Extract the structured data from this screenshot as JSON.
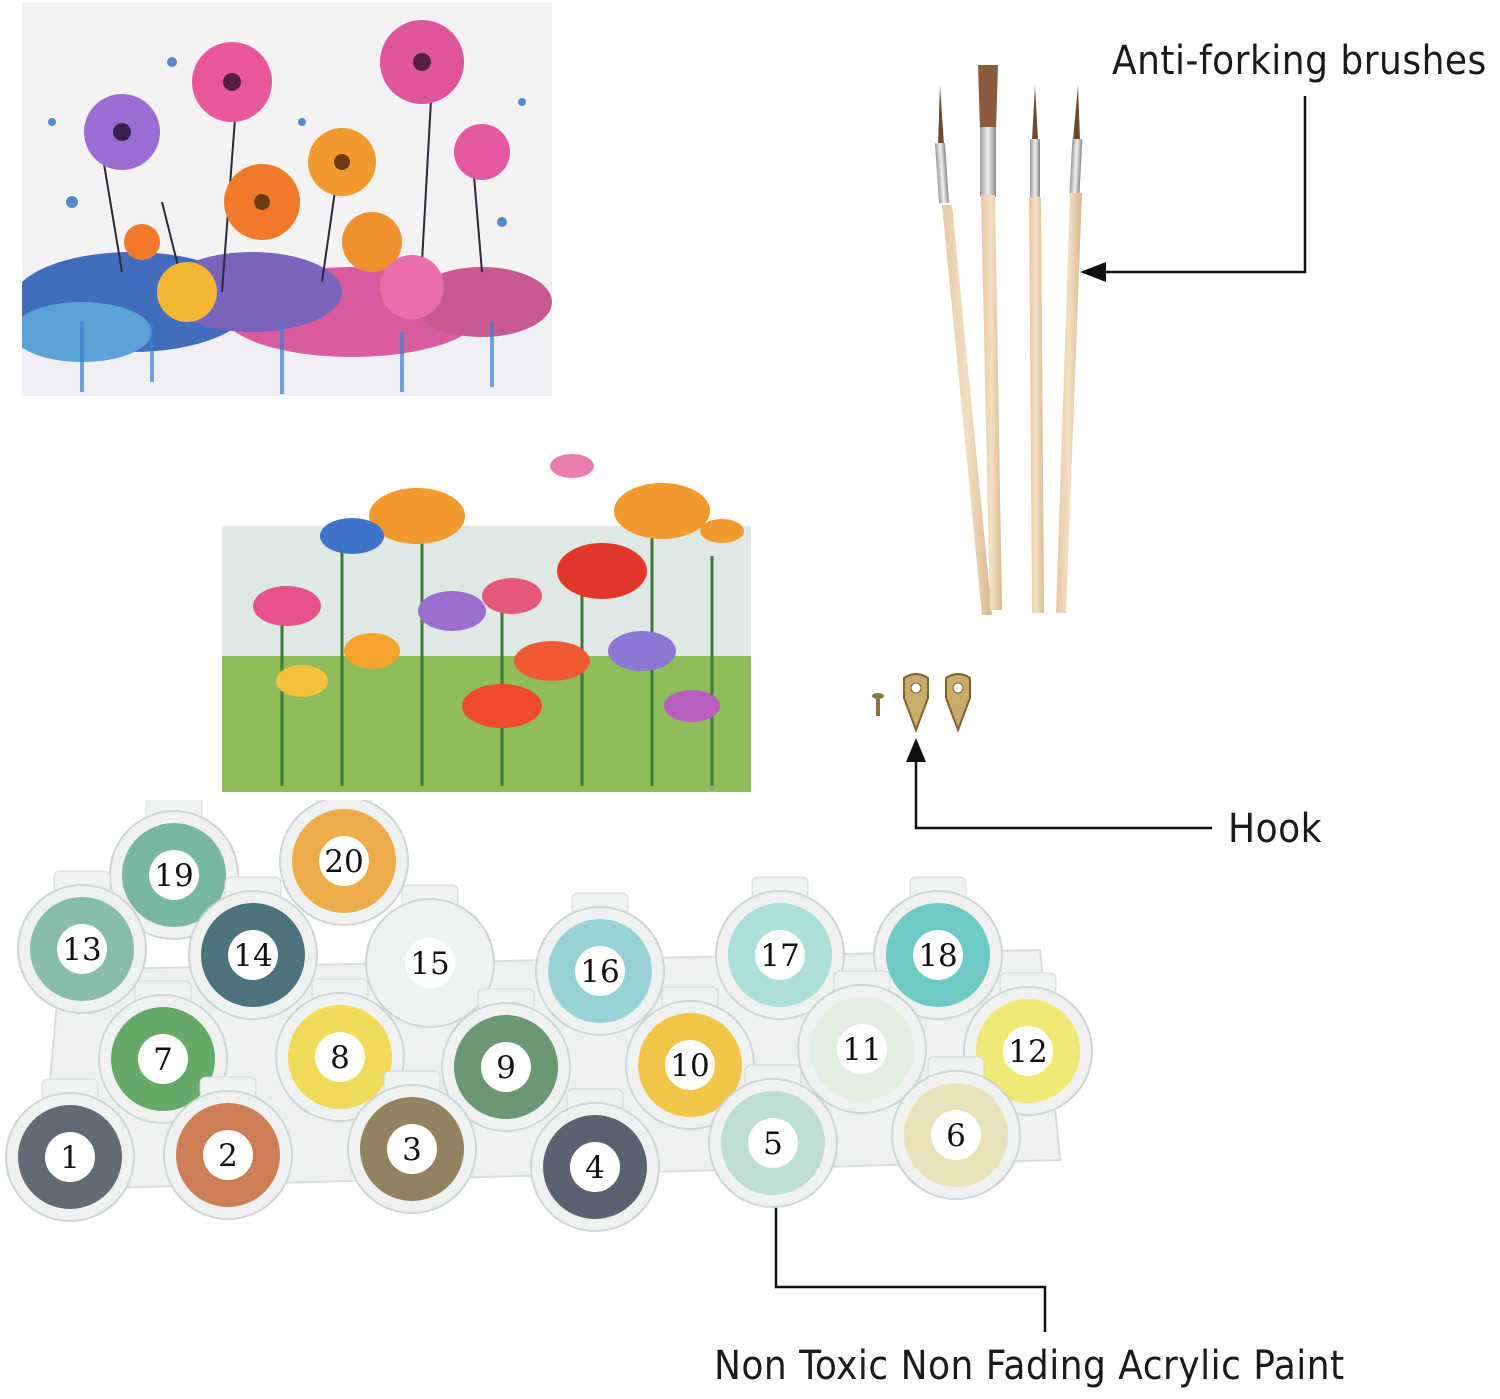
{
  "callouts": {
    "brushes": "Anti-forking brushes",
    "hook": "Hook",
    "paint": "Non Toxic Non Fading Acrylic Paint"
  },
  "paint_pots": [
    {
      "number": "1",
      "color": "#56606a"
    },
    {
      "number": "2",
      "color": "#c9754a"
    },
    {
      "number": "3",
      "color": "#8a7a55"
    },
    {
      "number": "4",
      "color": "#4e5566"
    },
    {
      "number": "5",
      "color": "#b9dccd"
    },
    {
      "number": "6",
      "color": "#e9e2b4"
    },
    {
      "number": "7",
      "color": "#5aa35c"
    },
    {
      "number": "8",
      "color": "#f0d84a"
    },
    {
      "number": "9",
      "color": "#5f8f6a"
    },
    {
      "number": "10",
      "color": "#f2c23b"
    },
    {
      "number": "11",
      "color": "#dfeee0"
    },
    {
      "number": "12",
      "color": "#f0e86a"
    },
    {
      "number": "13",
      "color": "#7fb7a7"
    },
    {
      "number": "14",
      "color": "#3f6873"
    },
    {
      "number": "15",
      "color": "#eef3f0"
    },
    {
      "number": "16",
      "color": "#8fd0d3"
    },
    {
      "number": "17",
      "color": "#a6dcd8"
    },
    {
      "number": "18",
      "color": "#63c6c0"
    },
    {
      "number": "19",
      "color": "#6fb29b"
    },
    {
      "number": "20",
      "color": "#eda63c"
    }
  ],
  "icons": {
    "brushes": "paintbrush-icon",
    "hooks": "sawtooth-hook-icon"
  }
}
